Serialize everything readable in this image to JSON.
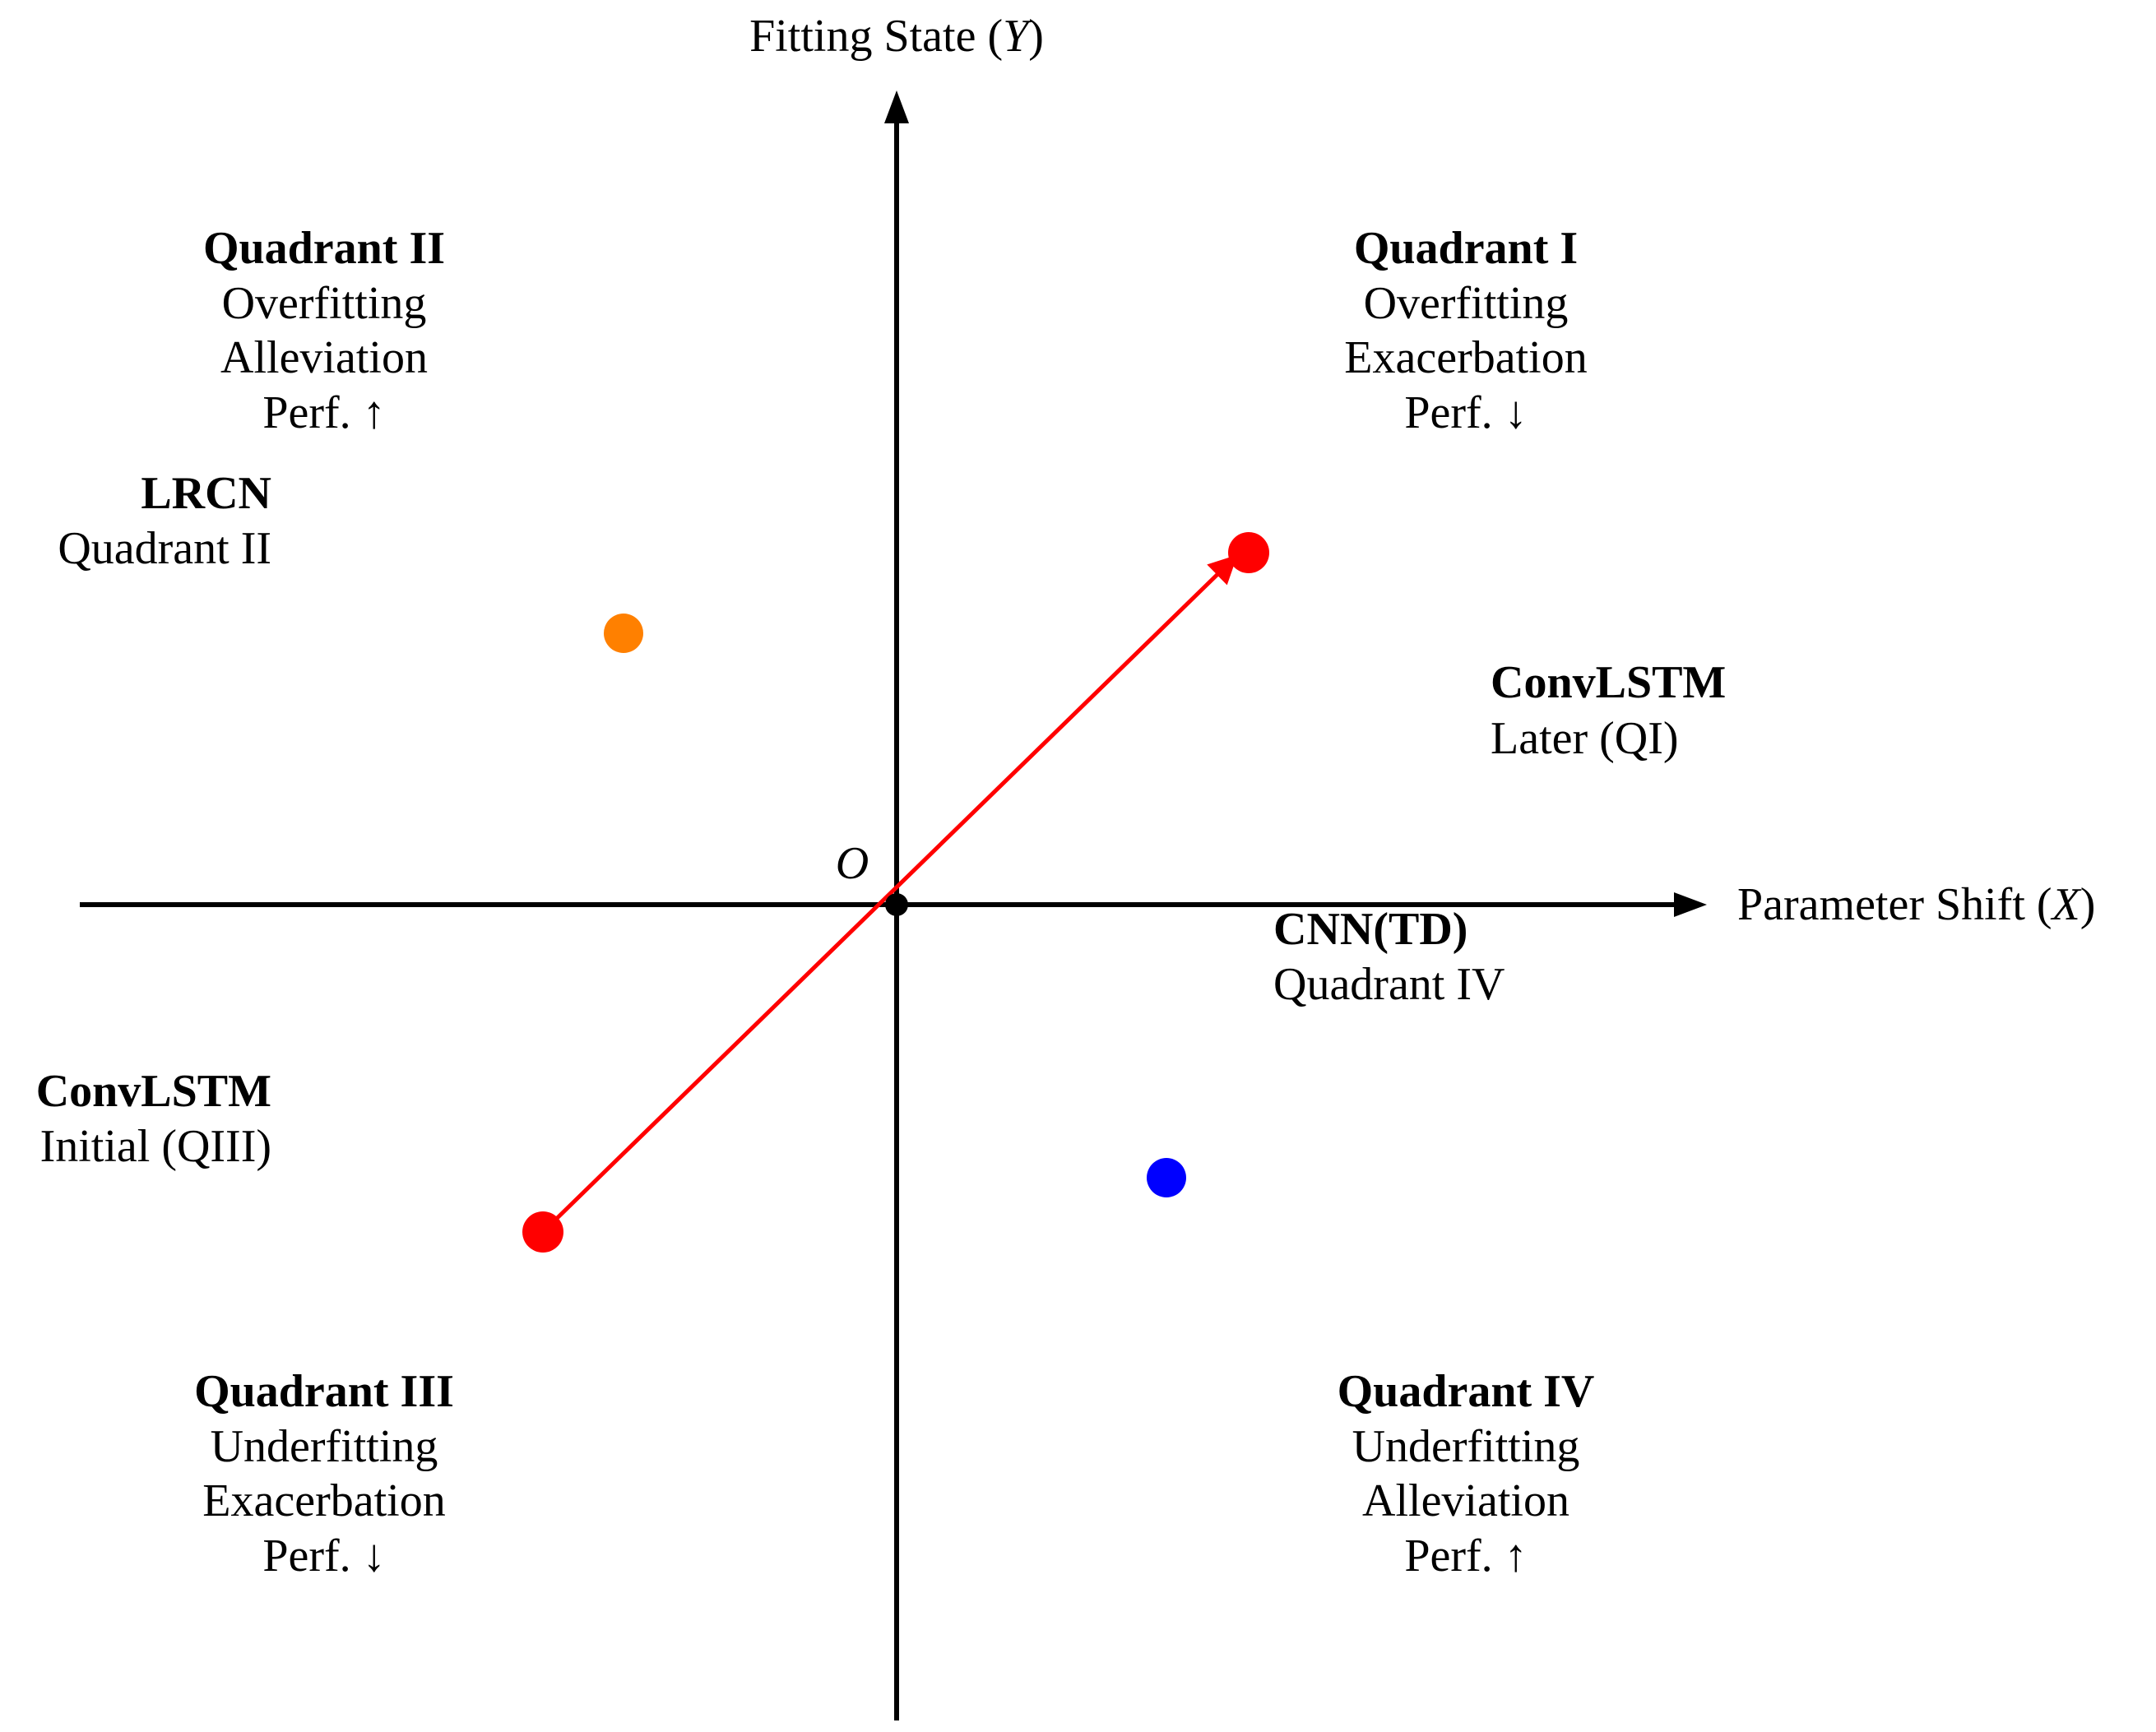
{
  "axes": {
    "y_label": "Fitting State",
    "y_symbol": "Y",
    "x_label": "Parameter Shift",
    "x_symbol": "X",
    "origin_label": "O"
  },
  "quadrants": {
    "q1": {
      "title": "Quadrant I",
      "line1": "Overfitting",
      "line2": "Exacerbation",
      "perf": "Perf.",
      "arrow": "↓"
    },
    "q2": {
      "title": "Quadrant II",
      "line1": "Overfitting",
      "line2": "Alleviation",
      "perf": "Perf.",
      "arrow": "↑"
    },
    "q3": {
      "title": "Quadrant III",
      "line1": "Underfitting",
      "line2": "Exacerbation",
      "perf": "Perf.",
      "arrow": "↓"
    },
    "q4": {
      "title": "Quadrant IV",
      "line1": "Underfitting",
      "line2": "Alleviation",
      "perf": "Perf.",
      "arrow": "↑"
    }
  },
  "models": {
    "lrcn": {
      "name": "LRCN",
      "note": "Quadrant II",
      "color": "#ff8000"
    },
    "cnn_td": {
      "name": "CNN(TD)",
      "note": "Quadrant IV",
      "color": "#0000ff"
    },
    "convlstm_initial": {
      "name": "ConvLSTM",
      "note": "Initial (QIII)",
      "color": "#ff0000"
    },
    "convlstm_later": {
      "name": "ConvLSTM",
      "note": "Later (QI)",
      "color": "#ff0000"
    }
  },
  "colors": {
    "axis": "#000000",
    "convlstm": "#ff0000",
    "lrcn": "#ff8000",
    "cnn_td": "#0000ff"
  }
}
